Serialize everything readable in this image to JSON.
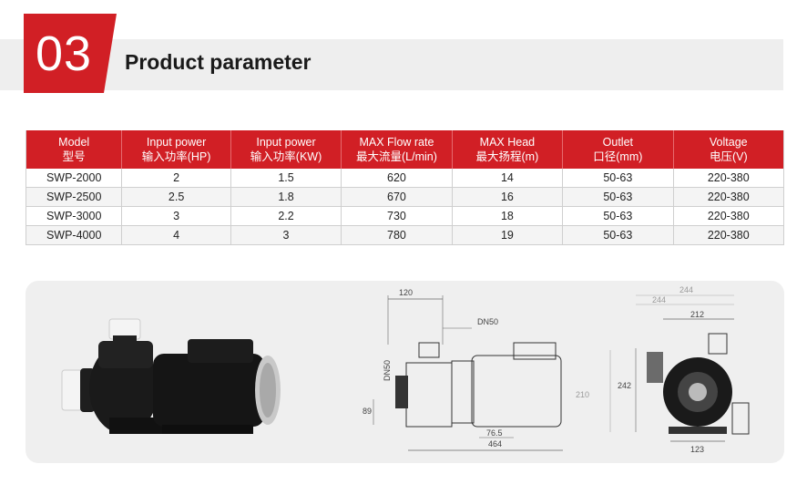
{
  "section": {
    "number": "03",
    "title": "Product parameter"
  },
  "table": {
    "headers": [
      {
        "en": "Model",
        "zh": "型号"
      },
      {
        "en": "Input power",
        "zh": "输入功率(HP)"
      },
      {
        "en": "Input power",
        "zh": "输入功率(KW)"
      },
      {
        "en": "MAX Flow rate",
        "zh": "最大流量(L/min)"
      },
      {
        "en": "MAX Head",
        "zh": "最大扬程(m)"
      },
      {
        "en": "Outlet",
        "zh": "口径(mm)"
      },
      {
        "en": "Voltage",
        "zh": "电压(V)"
      }
    ],
    "rows": [
      [
        "SWP-2000",
        "2",
        "1.5",
        "620",
        "14",
        "50-63",
        "220-380"
      ],
      [
        "SWP-2500",
        "2.5",
        "1.8",
        "670",
        "16",
        "50-63",
        "220-380"
      ],
      [
        "SWP-3000",
        "3",
        "2.2",
        "730",
        "18",
        "50-63",
        "220-380"
      ],
      [
        "SWP-4000",
        "4",
        "3",
        "780",
        "19",
        "50-63",
        "220-380"
      ]
    ]
  },
  "side_drawing": {
    "dims": {
      "top_width": "120",
      "outlet": "DN50",
      "inlet": "DN50",
      "height": "89",
      "base": "76.5",
      "length": "464"
    }
  },
  "front_drawing": {
    "dims": {
      "outer_width": "244",
      "mid_width": "244",
      "inner_width": "212",
      "total_height": "210",
      "body_height": "242",
      "base": "123"
    }
  },
  "colors": {
    "accent": "#d11f25",
    "band": "#eeeeee",
    "panel": "#efefef"
  }
}
